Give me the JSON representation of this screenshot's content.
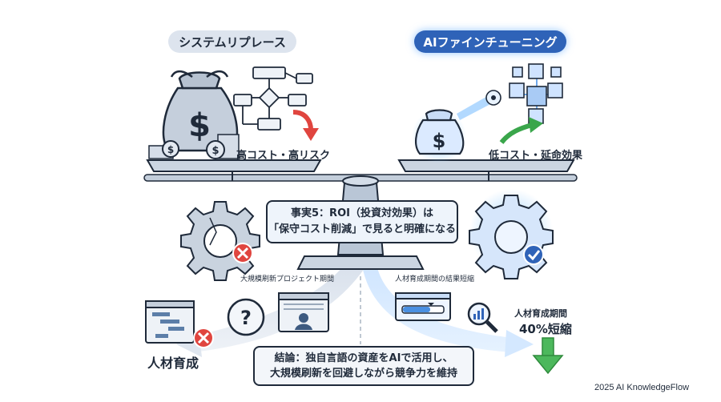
{
  "header": {
    "left_title": "システムリプレース",
    "right_title": "AIファインチューニング"
  },
  "left_pan": {
    "caption": "高コスト・高リスク"
  },
  "right_pan": {
    "caption": "低コスト・延命効果"
  },
  "fact": {
    "line1": "事実5：ROI（投資対効果）は",
    "line2": "「保守コスト削減」で見ると明確になる"
  },
  "left_branch": {
    "period_label": "大規模刷新プロジェクト期間",
    "outcome_label": "人材育成"
  },
  "right_branch": {
    "period_label": "人材育成期間の結果短縮",
    "outcome_label_line1": "人材育成期間",
    "outcome_label_line2": "40%短縮"
  },
  "conclusion": {
    "line1": "結論：独自言語の資産をAIで活用し、",
    "line2": "大規模刷新を回避しながら競争力を維持"
  },
  "footer": {
    "credit": "2025 AI KnowledgeFlow"
  },
  "icons": [
    "money-bag-icon",
    "flowchart-icon",
    "red-arrow-icon",
    "coin-stack-icon",
    "blockchain-cubes-icon",
    "green-arrow-icon",
    "gear-broken-icon",
    "gear-check-icon",
    "gantt-chart-icon",
    "question-clock-icon",
    "user-window-icon",
    "progress-bar-icon",
    "magnify-chart-icon",
    "down-arrow-icon",
    "balance-scale-icon"
  ],
  "colors": {
    "accent_blue": "#2f63b8",
    "glow_blue": "#5aa9ff",
    "error_red": "#e0453f",
    "success_green": "#3aa64b",
    "navy": "#1f2a3a"
  }
}
